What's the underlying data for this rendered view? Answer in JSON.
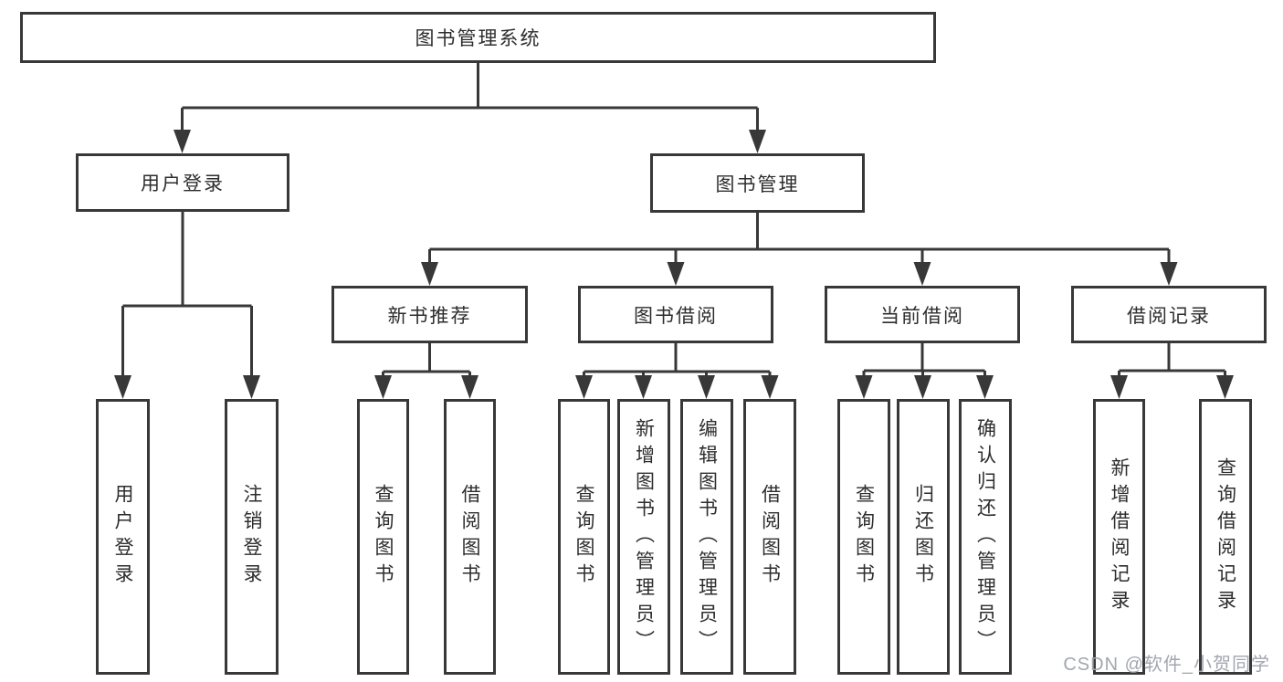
{
  "tree": {
    "root": "图书管理系统",
    "children": [
      {
        "label": "用户登录",
        "children": [
          "用户登录",
          "注销登录"
        ]
      },
      {
        "label": "图书管理",
        "children": [
          {
            "label": "新书推荐",
            "children": [
              "查询图书",
              "借阅图书"
            ]
          },
          {
            "label": "图书借阅",
            "children": [
              "查询图书",
              "新增图书（管理员）",
              "编辑图书（管理员）",
              "借阅图书"
            ]
          },
          {
            "label": "当前借阅",
            "children": [
              "查询图书",
              "归还图书",
              "确认归还（管理员）"
            ]
          },
          {
            "label": "借阅记录",
            "children": [
              "新增借阅记录",
              "查询借阅记录"
            ]
          }
        ]
      }
    ]
  },
  "watermark": {
    "text": "CSDN @软件_小贺同学"
  },
  "colors": {
    "line": "#383838",
    "box_border": "#383838",
    "text": "#2d2d2d",
    "watermark": "#a2a6af",
    "background": "#ffffff"
  }
}
